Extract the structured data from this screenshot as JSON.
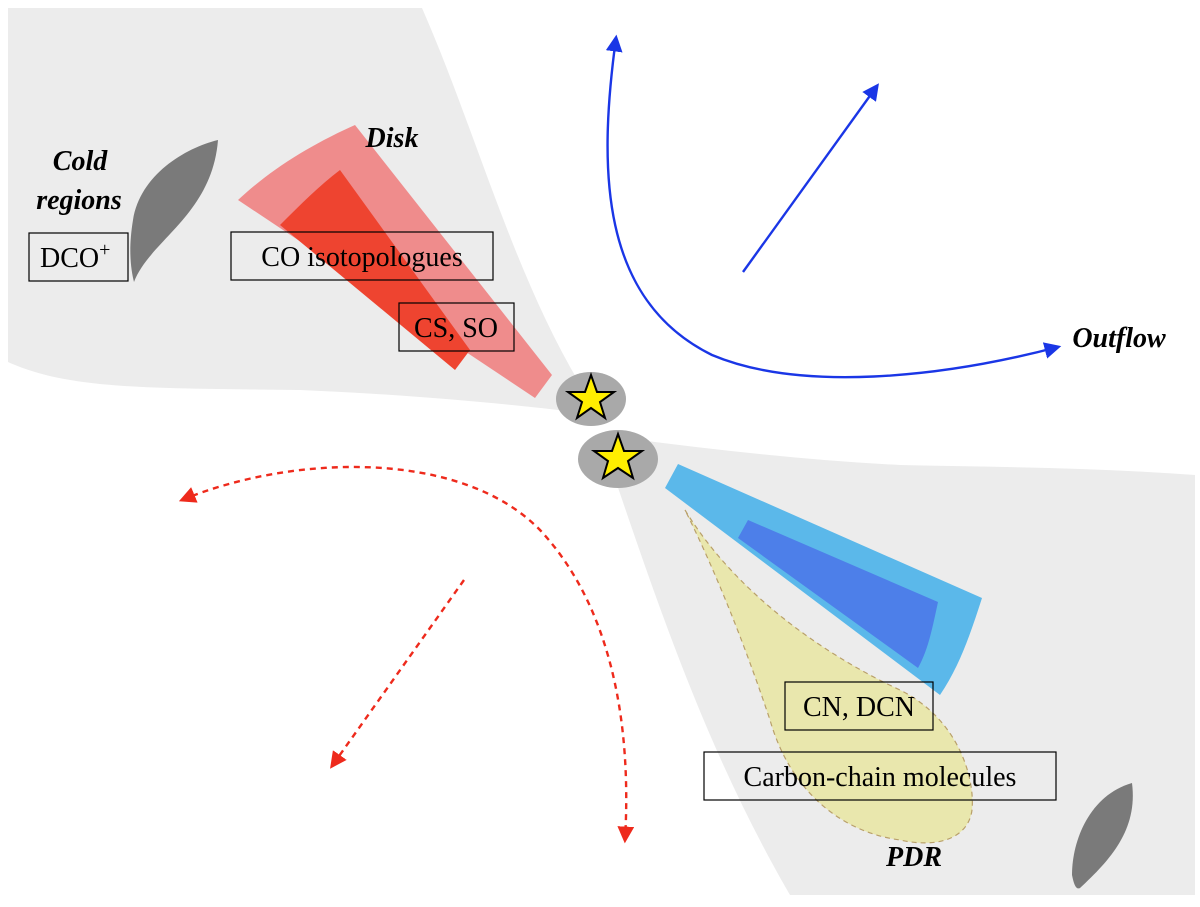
{
  "labels": {
    "disk": "Disk",
    "cold_regions_line1": "Cold",
    "cold_regions_line2": "regions",
    "outflow": "Outflow",
    "pdr": "PDR"
  },
  "boxes": {
    "dco_base": "DCO",
    "dco_sup": "+",
    "co_isotopologues": "CO isotopologues",
    "cs_so": "CS, SO",
    "cn_dcn": "CN, DCN",
    "carbon_chain": "Carbon-chain molecules"
  },
  "colors": {
    "envelope_gray": "#ececec",
    "cold_blob_gray": "#7a7a7a",
    "disk_outer_red": "#ef8c8c",
    "disk_inner_red": "#ee4430",
    "disk_outer_blue": "#5bb8ea",
    "disk_inner_blue": "#4d7fe9",
    "pdr_yellow": "#f2efaa",
    "outflow_blue": "#1a36e6",
    "outflow_red": "#ee2a1c",
    "star_yellow": "#ffee00",
    "star_ellipse_gray": "#a9a9a9"
  },
  "icons": [
    "star-icon",
    "cold-region-blob-icon"
  ]
}
